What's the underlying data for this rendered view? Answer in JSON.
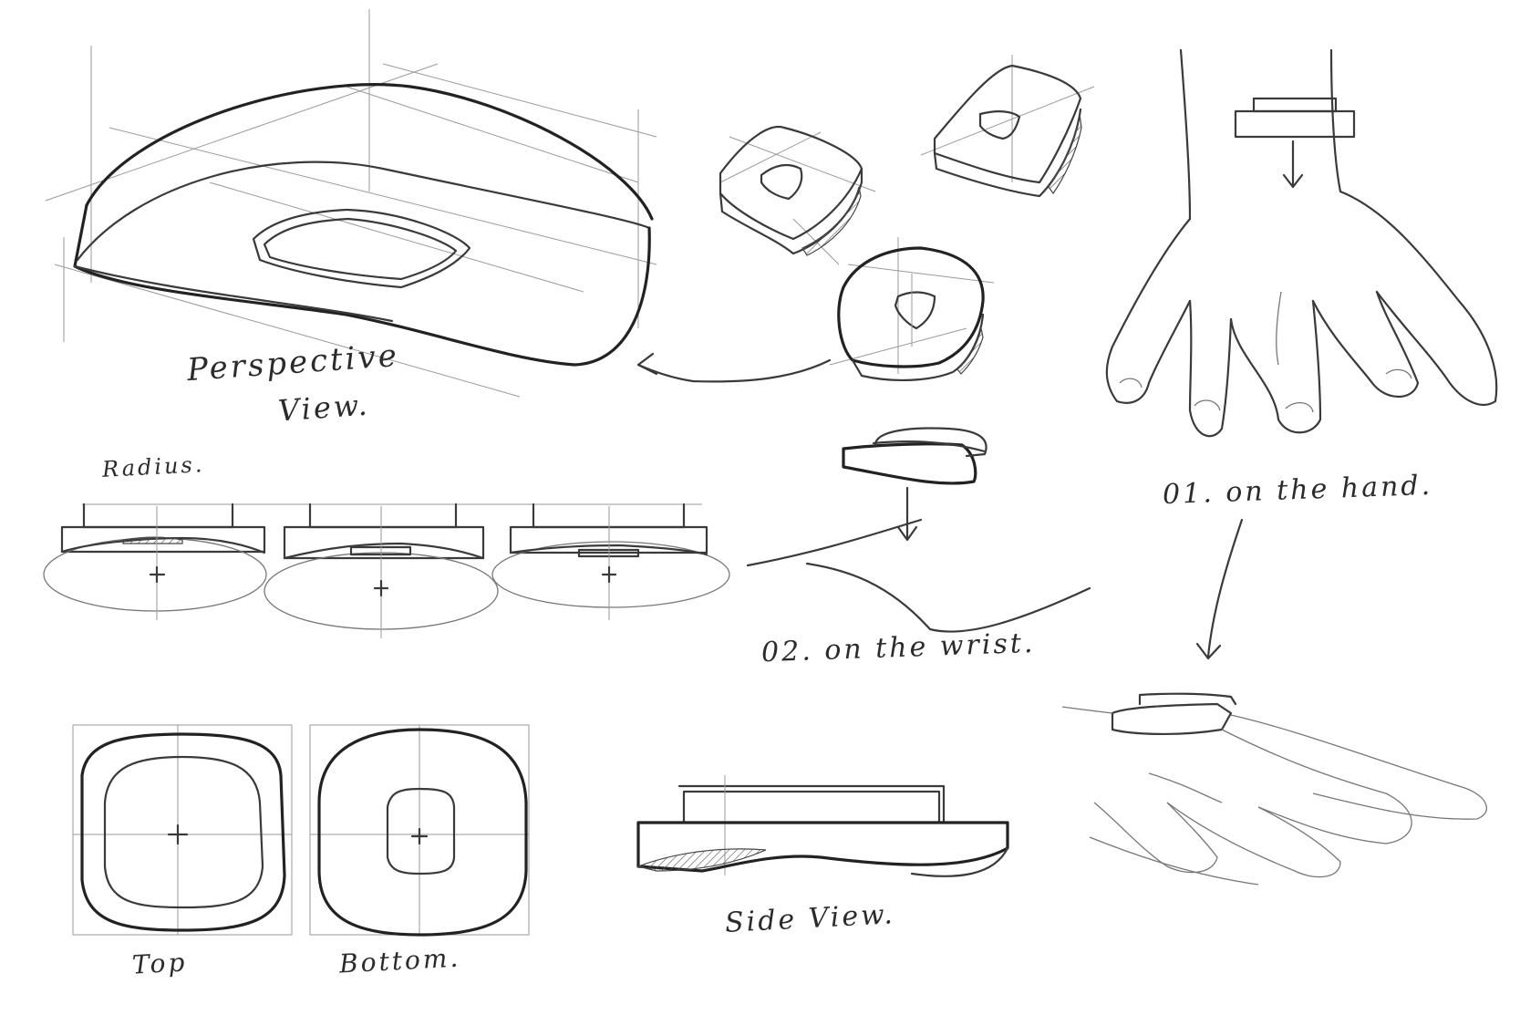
{
  "labels": {
    "perspective_line1": "Perspective",
    "perspective_line2": "View.",
    "radius": "Radius.",
    "on_the_hand": "01. on the hand.",
    "on_the_wrist": "02. on the wrist.",
    "top": "Top",
    "bottom": "Bottom.",
    "side_view": "Side View."
  },
  "colors": {
    "paper": "#ffffff",
    "ink": "#2b2b2b",
    "construction": "#9a9a9a"
  }
}
